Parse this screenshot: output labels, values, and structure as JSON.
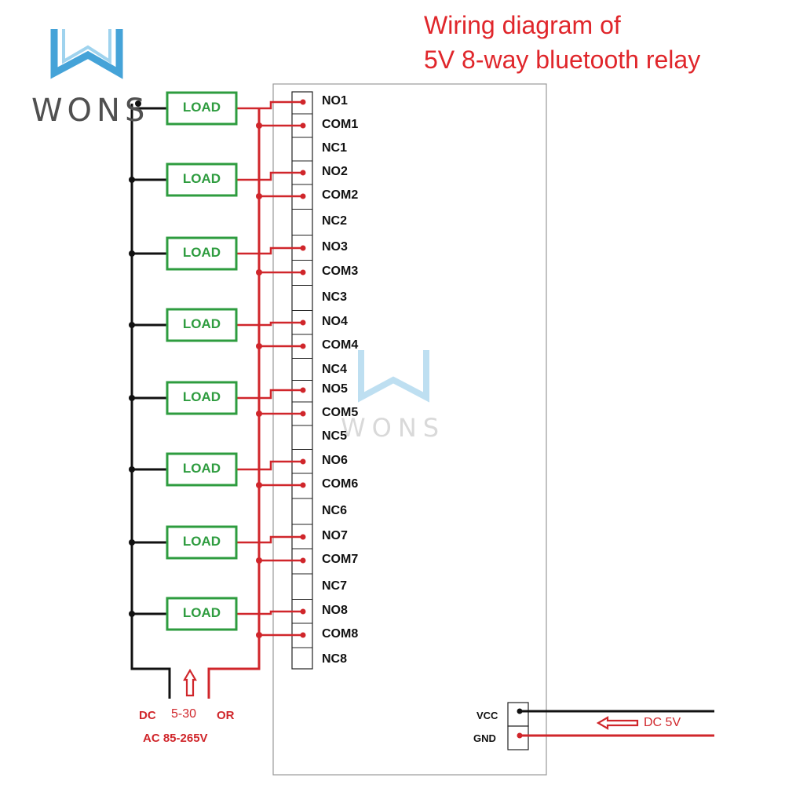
{
  "title": {
    "line1": "Wiring diagram of",
    "line2": "5V 8-way bluetooth relay"
  },
  "logo": {
    "text": "WONS",
    "watermark_text": "WONS"
  },
  "terminals": [
    "NO1",
    "COM1",
    "NC1",
    "NO2",
    "COM2",
    "NC2",
    "NO3",
    "COM3",
    "NC3",
    "NO4",
    "COM4",
    "NC4",
    "NO5",
    "COM5",
    "NC5",
    "NO6",
    "COM6",
    "NC6",
    "NO7",
    "COM7",
    "NC7",
    "NO8",
    "COM8",
    "NC8"
  ],
  "loads": [
    "LOAD",
    "LOAD",
    "LOAD",
    "LOAD",
    "LOAD",
    "LOAD",
    "LOAD",
    "LOAD"
  ],
  "power_input": {
    "dc": "DC",
    "range": "5-30",
    "or": "OR",
    "ac": "AC 85-265V"
  },
  "supply": {
    "vcc": "VCC",
    "gnd": "GND",
    "label": "DC 5V"
  },
  "colors": {
    "wire_red": "#d0262b",
    "wire_black": "#111111",
    "load_green": "#2e9c3f",
    "title_red": "#e0262b",
    "logo_blue": "#45a3d8"
  }
}
